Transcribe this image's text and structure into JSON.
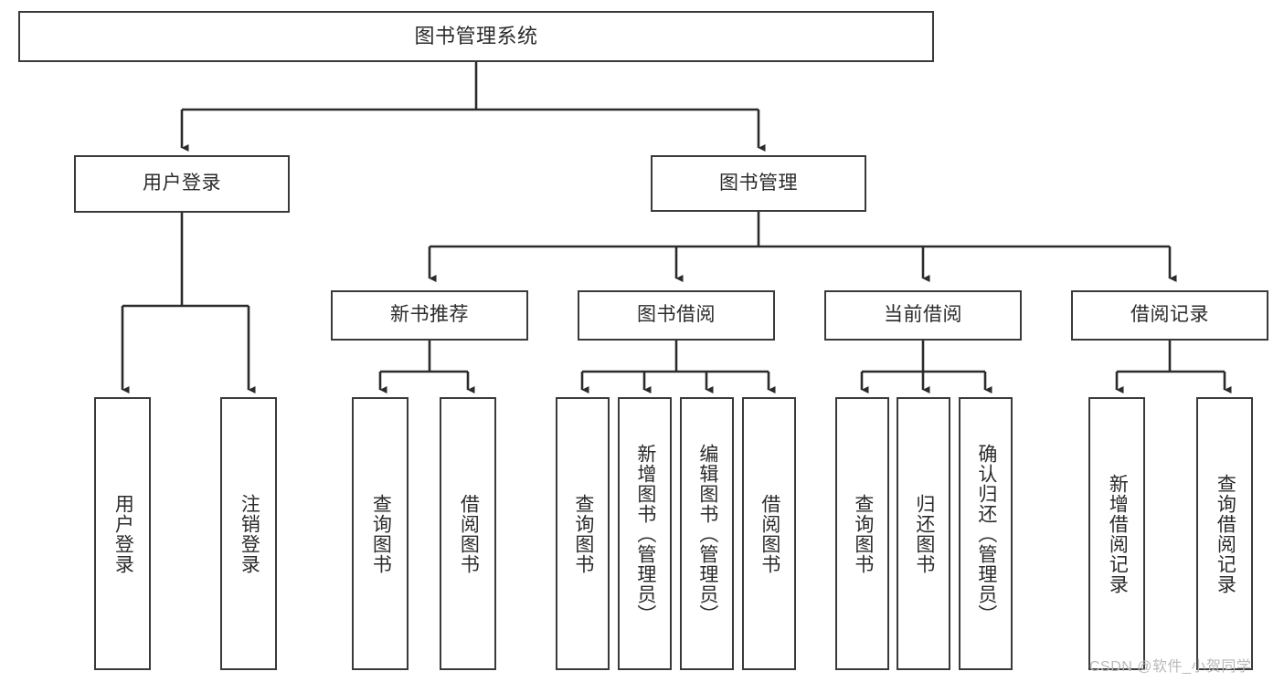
{
  "diagram": {
    "title": "图书管理系统",
    "type": "hierarchy-tree",
    "orientation": "top-down",
    "colors": {
      "box_border": "#3a3a3a",
      "box_fill": "#ffffff",
      "edge": "#2b2b2b",
      "text": "#2b2b2b",
      "watermark": "#b9b9b9",
      "background": "#ffffff"
    },
    "nodes": {
      "root": {
        "label": "图书管理系统"
      },
      "level1": [
        {
          "id": "user-login",
          "label": "用户登录"
        },
        {
          "id": "book-manage",
          "label": "图书管理"
        }
      ],
      "level2": [
        {
          "id": "new-book-recommend",
          "label": "新书推荐"
        },
        {
          "id": "book-borrow",
          "label": "图书借阅"
        },
        {
          "id": "current-borrow",
          "label": "当前借阅"
        },
        {
          "id": "borrow-record",
          "label": "借阅记录"
        }
      ],
      "leaves": {
        "user-login": [
          {
            "id": "leaf-user-login",
            "label": "用户登录"
          },
          {
            "id": "leaf-logout-login",
            "label": "注销登录"
          }
        ],
        "new-book-recommend": [
          {
            "id": "leaf-query-book-1",
            "label": "查询图书"
          },
          {
            "id": "leaf-borrow-book-1",
            "label": "借阅图书"
          }
        ],
        "book-borrow": [
          {
            "id": "leaf-query-book-2",
            "label": "查询图书"
          },
          {
            "id": "leaf-add-book",
            "label": "新增图书（管理员）"
          },
          {
            "id": "leaf-edit-book",
            "label": "编辑图书（管理员）"
          },
          {
            "id": "leaf-borrow-book-2",
            "label": "借阅图书"
          }
        ],
        "current-borrow": [
          {
            "id": "leaf-query-book-3",
            "label": "查询图书"
          },
          {
            "id": "leaf-return-book",
            "label": "归还图书"
          },
          {
            "id": "leaf-confirm-return",
            "label": "确认归还（管理员）"
          }
        ],
        "borrow-record": [
          {
            "id": "leaf-add-record",
            "label": "新增借阅记录"
          },
          {
            "id": "leaf-query-record",
            "label": "查询借阅记录"
          }
        ]
      }
    },
    "watermark": "CSDN @软件_小贺同学"
  }
}
